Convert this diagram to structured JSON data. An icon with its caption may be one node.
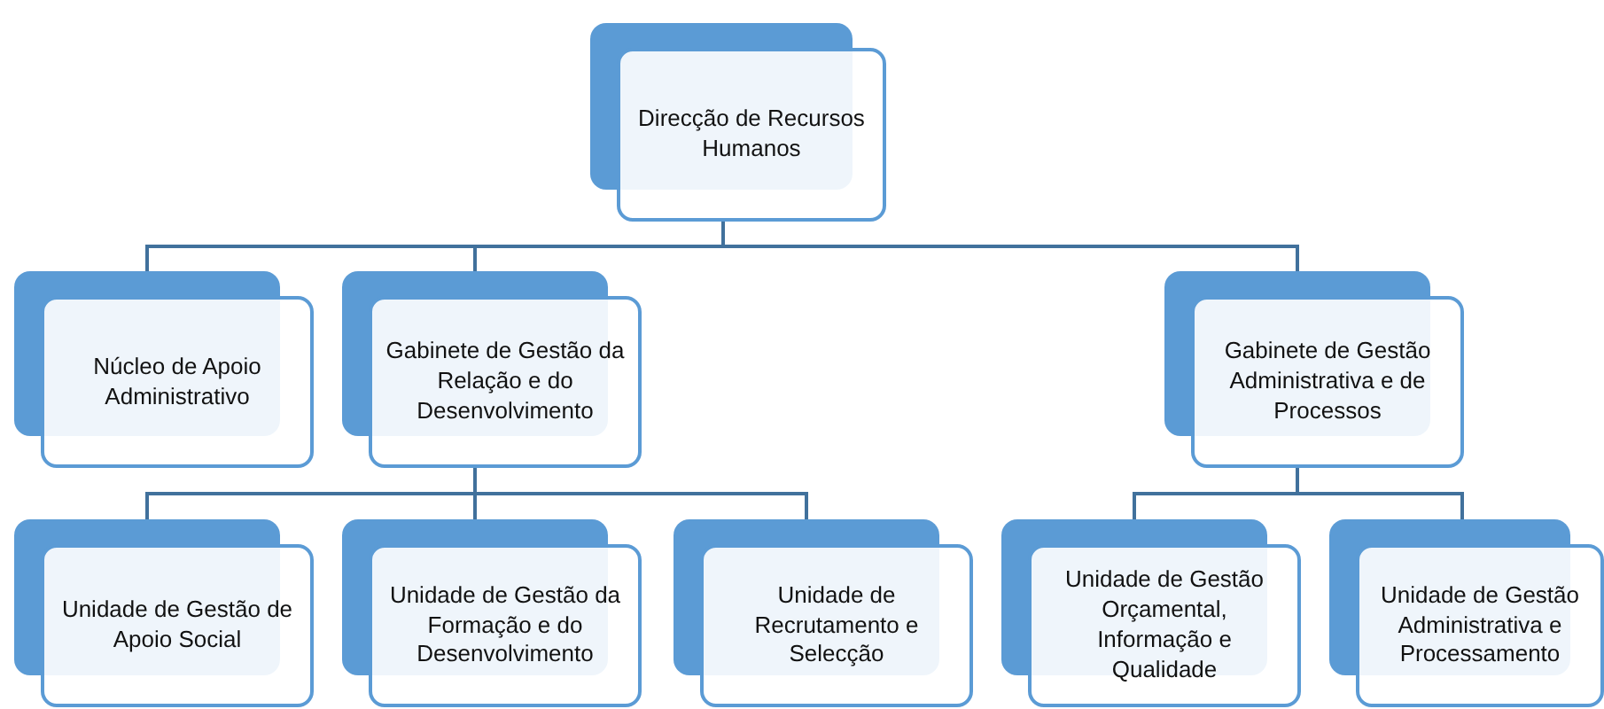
{
  "diagram": {
    "nodes": [
      {
        "text": [
          "Direcção de Recursos Humanos"
        ]
      },
      {
        "text": [
          "Núcleo de Apoio Administrativo"
        ]
      },
      {
        "text": [
          "Gabinete de Gestão da Relação e do Desenvolvimento"
        ]
      },
      {
        "text": [
          "Gabinete de Gestão Administrativa e de Processos"
        ]
      },
      {
        "text": [
          "Unidade de Gestão de Apoio Social"
        ]
      },
      {
        "text": [
          "Unidade de Gestão da Formação e do Desenvolvimento"
        ]
      },
      {
        "text": [
          "Unidade de Recrutamento e Selecção"
        ]
      },
      {
        "text": [
          "Unidade de Gestão Orçamental, Informação e Qualidade"
        ]
      },
      {
        "text": [
          "Unidade de Gestão Administrativa e Processamento"
        ]
      }
    ],
    "edges": [
      {
        "from": 0,
        "to": 1,
        "arrow": "none"
      },
      {
        "from": 0,
        "to": 2,
        "arrow": "none"
      },
      {
        "from": 0,
        "to": 3,
        "arrow": "none"
      },
      {
        "from": 2,
        "to": 4,
        "arrow": "none"
      },
      {
        "from": 2,
        "to": 5,
        "arrow": "none"
      },
      {
        "from": 2,
        "to": 6,
        "arrow": "none"
      },
      {
        "from": 3,
        "to": 7,
        "arrow": "none"
      },
      {
        "from": 3,
        "to": 8,
        "arrow": "none"
      }
    ]
  }
}
